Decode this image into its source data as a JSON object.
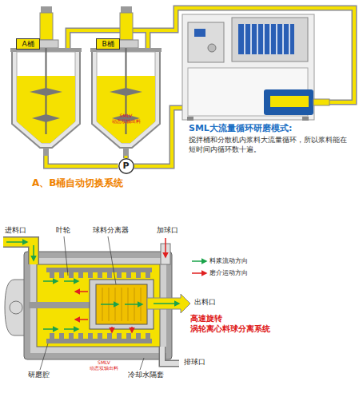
{
  "diagram": {
    "nodes": [
      {
        "text": [
          "A桶"
        ]
      },
      {
        "text": [
          "B桶",
          "SMLV 动态双轴出料"
        ]
      },
      {
        "text": [
          "P"
        ]
      }
    ],
    "edges": [
      {
        "from": 0,
        "to": 2,
        "arrow": "none"
      },
      {
        "from": 1,
        "to": 2,
        "arrow": "none"
      }
    ],
    "labels": [
      "A、B桶自动切换系统",
      "SML大流量循环研磨模式:",
      "搅拌桶和分散机内浆料大流量循环，所以浆料能在 短时间内循环数十遍。",
      "进料口",
      "叶轮",
      "球料分离器",
      "加球口",
      "出料口",
      "高速旋转 涡轮离心料球分离系统",
      "排球口",
      "研磨腔",
      "SMLV 动态双轴出料",
      "冷却水隔套"
    ],
    "legend": [
      {
        "text": "料浆流动方向"
      },
      {
        "text": "磨介运动方向"
      }
    ]
  }
}
